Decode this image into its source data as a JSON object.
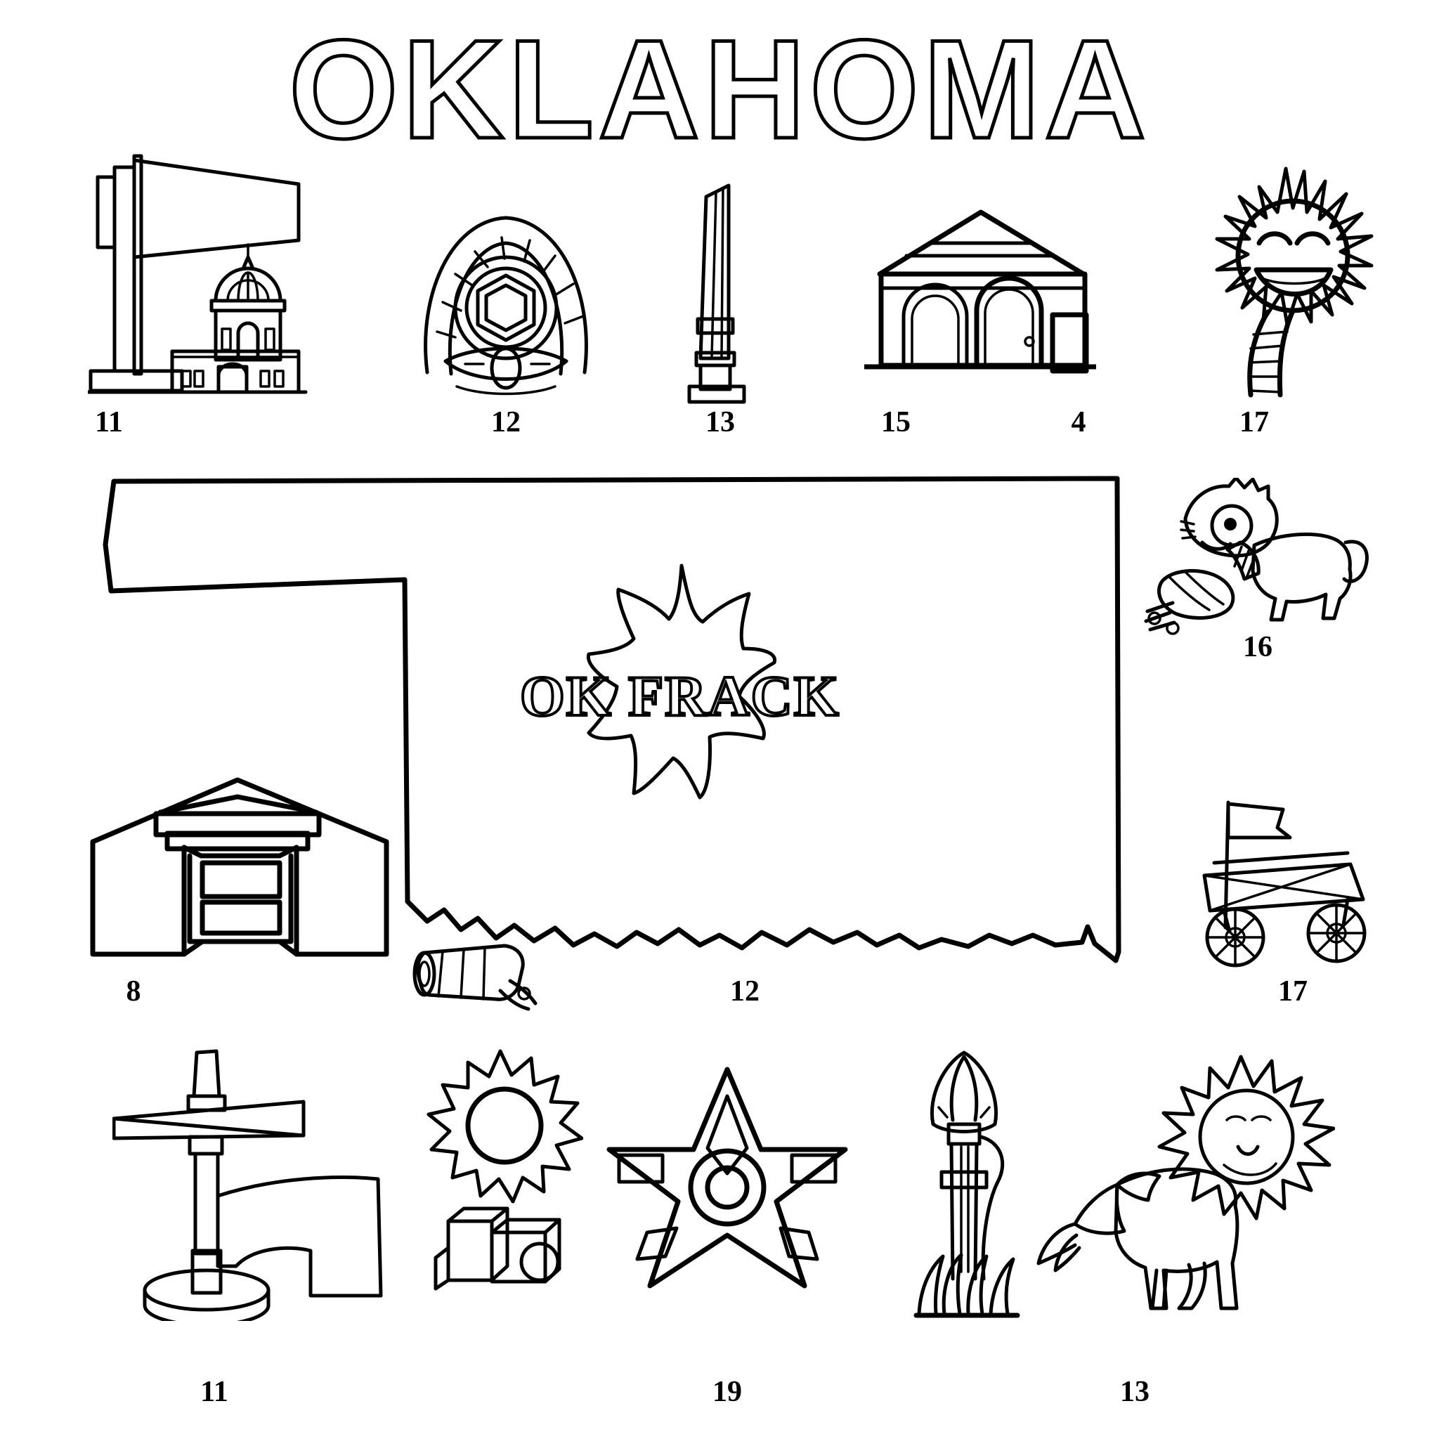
{
  "page": {
    "title": "OKLAHOMA",
    "background_color": "#ffffff",
    "ink_color": "#000000",
    "style": "black-and-white line-art coloring page"
  },
  "map": {
    "state": "Oklahoma",
    "inner_text": "OK FRACK",
    "inner_shape": "seven-pointed-star"
  },
  "icons": {
    "top_row": [
      {
        "name": "flag-and-capitol-building",
        "label": "11"
      },
      {
        "name": "state-seal-badge",
        "label": "12"
      },
      {
        "name": "obelisk-monument",
        "label": "13"
      },
      {
        "name": "arched-building-left",
        "label": "15"
      },
      {
        "name": "arched-building-right",
        "label": "4"
      },
      {
        "name": "smiling-sun-on-stem",
        "label": "17"
      }
    ],
    "middle_row": [
      {
        "name": "barn-pavilion",
        "label": "8"
      },
      {
        "name": "cannon-on-carriage",
        "label": ""
      },
      {
        "name": "lion-with-cart",
        "label": "16"
      },
      {
        "name": "map-bottom-marker",
        "label": "12"
      },
      {
        "name": "covered-wagon-with-flag",
        "label": "17"
      }
    ],
    "bottom_row": [
      {
        "name": "pedestal-monument-with-flag",
        "label": "11"
      },
      {
        "name": "gear-sun-with-blocks",
        "label": ""
      },
      {
        "name": "five-point-star-badge",
        "label": "19"
      },
      {
        "name": "flower-bud-with-grass",
        "label": ""
      },
      {
        "name": "horse-with-sun-mane",
        "label": "13"
      }
    ]
  },
  "labels": {
    "l_11a": "11",
    "l_12a": "12",
    "l_13a": "13",
    "l_15": "15",
    "l_4": "4",
    "l_17a": "17",
    "l_16": "16",
    "l_8": "8",
    "l_12b": "12",
    "l_17b": "17",
    "l_11b": "11",
    "l_19": "19",
    "l_13b": "13"
  }
}
